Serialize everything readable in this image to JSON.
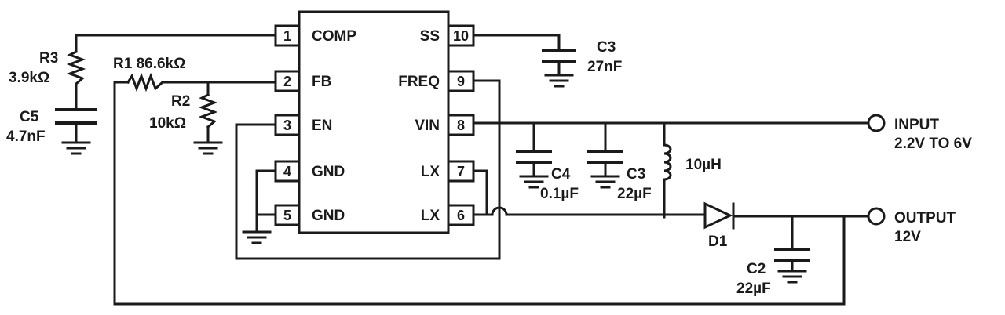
{
  "ic": {
    "pins": [
      {
        "num": "1",
        "name": "COMP"
      },
      {
        "num": "2",
        "name": "FB"
      },
      {
        "num": "3",
        "name": "EN"
      },
      {
        "num": "4",
        "name": "GND"
      },
      {
        "num": "5",
        "name": "GND"
      },
      {
        "num": "10",
        "name": "SS"
      },
      {
        "num": "9",
        "name": "FREQ"
      },
      {
        "num": "8",
        "name": "VIN"
      },
      {
        "num": "7",
        "name": "LX"
      },
      {
        "num": "6",
        "name": "LX"
      }
    ]
  },
  "components": {
    "r3": {
      "name": "R3",
      "value": "3.9kΩ"
    },
    "c5": {
      "name": "C5",
      "value": "4.7nF"
    },
    "r1": {
      "label": "R1 86.6kΩ"
    },
    "r2": {
      "name": "R2",
      "value": "10kΩ"
    },
    "c3_ss": {
      "name": "C3",
      "value": "27nF"
    },
    "c4": {
      "name": "C4",
      "value": "0.1µF"
    },
    "c3_in": {
      "name": "C3",
      "value": "22µF"
    },
    "l1": {
      "value": "10µH"
    },
    "d1": {
      "name": "D1"
    },
    "c2": {
      "name": "C2",
      "value": "22µF"
    }
  },
  "terminals": {
    "input": {
      "line1": "INPUT",
      "line2": "2.2V TO 6V"
    },
    "output": {
      "line1": "OUTPUT",
      "line2": "12V"
    }
  }
}
